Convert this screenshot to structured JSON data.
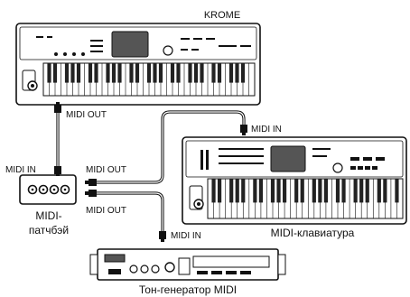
{
  "labels": {
    "krome": "KROME",
    "midi_out_top": "MIDI OUT",
    "midi_in_keyboard": "MIDI IN",
    "midi_in_patchbay": "MIDI IN",
    "midi_out_1": "MIDI OUT",
    "midi_out_2": "MIDI OUT",
    "patchbay_line1": "MIDI-",
    "patchbay_line2": "патчбэй",
    "midi_keyboard": "MIDI-клавиатура",
    "midi_in_tone": "MIDI IN",
    "tone_generator": "Тон-генератор MIDI"
  },
  "colors": {
    "line": "#111111",
    "body_fill": "#ffffff",
    "screen": "#555555",
    "keys_black": "#222222"
  }
}
